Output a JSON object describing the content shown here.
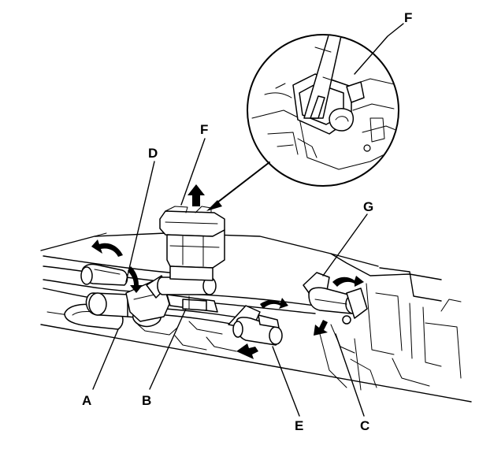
{
  "labels": {
    "A": "A",
    "B": "B",
    "C": "C",
    "D": "D",
    "E": "E",
    "F_detail": "F",
    "F_main": "F",
    "G": "G"
  }
}
